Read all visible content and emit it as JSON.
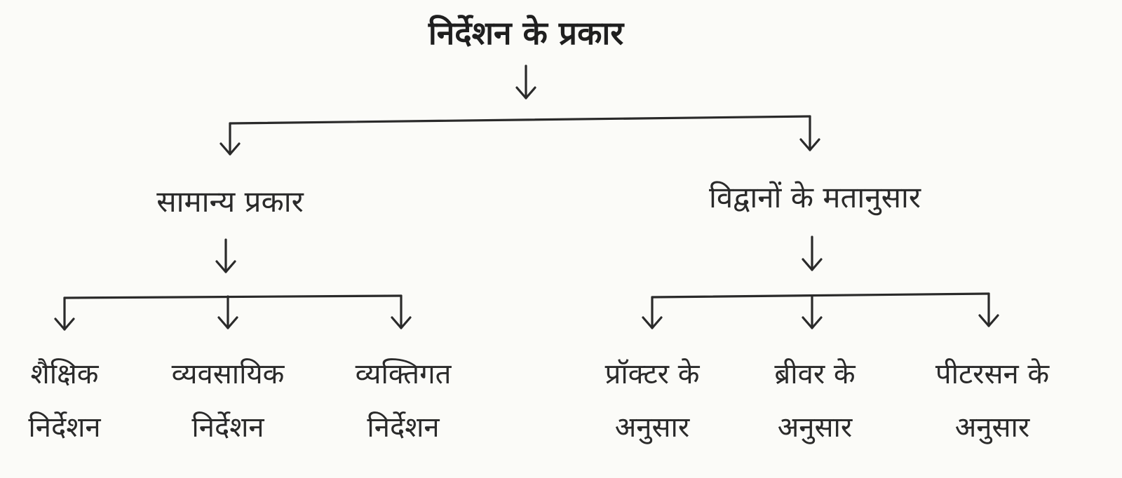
{
  "diagram": {
    "root": {
      "label": "निर्देशन के प्रकार"
    },
    "branches": [
      {
        "label": "सामान्य प्रकार",
        "children": [
          {
            "line1": "शैक्षिक",
            "line2": "निर्देशन"
          },
          {
            "line1": "व्यवसायिक",
            "line2": "निर्देशन"
          },
          {
            "line1": "व्यक्तिगत",
            "line2": "निर्देशन"
          }
        ]
      },
      {
        "label": "विद्वानों के मतानुसार",
        "children": [
          {
            "line1": "प्रॉक्टर के",
            "line2": "अनुसार"
          },
          {
            "line1": "ब्रीवर के",
            "line2": "अनुसार"
          },
          {
            "line1": "पीटरसन के",
            "line2": "अनुसार"
          }
        ]
      }
    ]
  }
}
